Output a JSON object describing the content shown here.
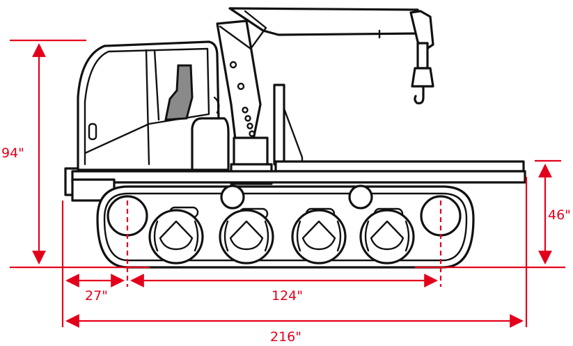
{
  "diagram": {
    "subject": "tracked carrier with knuckle crane and flat deck",
    "dimensions": {
      "overall_height": "94\"",
      "deck_height": "46\"",
      "front_overhang": "27\"",
      "wheelbase": "124\"",
      "overall_length": "216\""
    },
    "colors": {
      "dimension": "#e3001b",
      "outline": "#111111",
      "seat": "#8a8a8a"
    }
  }
}
